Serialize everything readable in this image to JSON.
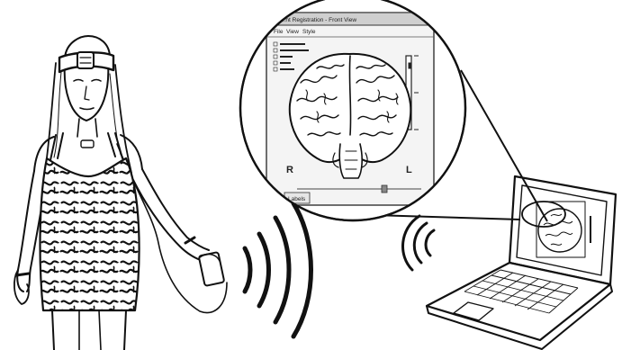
{
  "window": {
    "title": "...nt Registration - Front View",
    "menu": [
      "File",
      "View",
      "Style"
    ],
    "tab_label": "Labels"
  },
  "brain_view": {
    "left_marker": "R",
    "right_marker": "L"
  },
  "illustration": {
    "line_color": "#111111",
    "background": "#ffffff",
    "icons": [
      "person-wearing-eeg-headband",
      "wireless-signal",
      "magnified-screen",
      "laptop"
    ]
  }
}
